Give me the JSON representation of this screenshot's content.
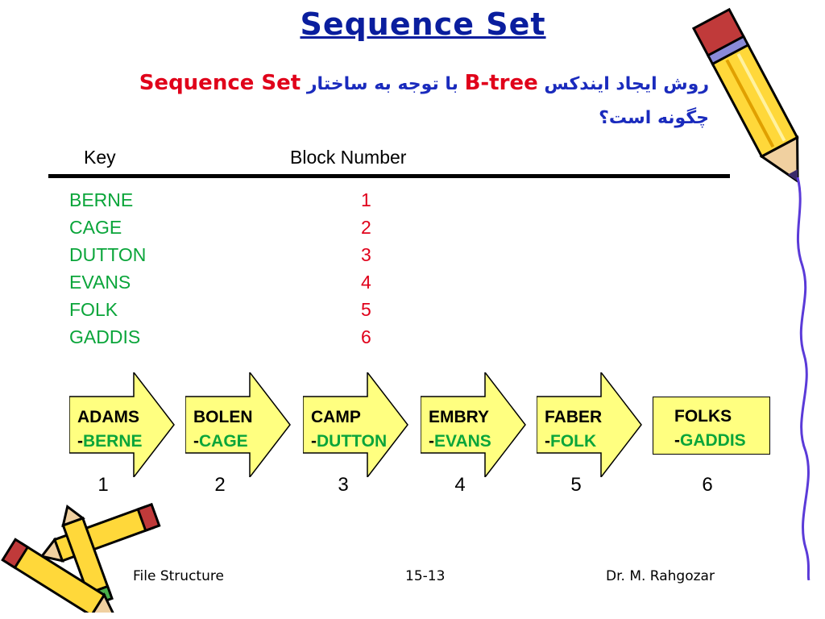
{
  "title": "Sequence Set",
  "question": {
    "part1": "روش ایجاد ایندکس",
    "btree": "B-tree",
    "part2": "با توجه به ساختار",
    "seqset": "Sequence Set",
    "part3": "چگونه است؟"
  },
  "table": {
    "headers": [
      "Key",
      "Block Number"
    ],
    "keys": [
      "BERNE",
      "CAGE",
      "DUTTON",
      "EVANS",
      "FOLK",
      "GADDIS"
    ],
    "blocks": [
      "1",
      "2",
      "3",
      "4",
      "5",
      "6"
    ]
  },
  "sequence_blocks": [
    {
      "first": "ADAMS",
      "last": "BERNE",
      "number": "1"
    },
    {
      "first": "BOLEN",
      "last": "CAGE",
      "number": "2"
    },
    {
      "first": "CAMP",
      "last": "DUTTON",
      "number": "3"
    },
    {
      "first": "EMBRY",
      "last": "EVANS",
      "number": "4"
    },
    {
      "first": "FABER",
      "last": "FOLK",
      "number": "5"
    },
    {
      "first": "FOLKS",
      "last": "GADDIS",
      "number": "6"
    }
  ],
  "dash": "-",
  "footer": {
    "left": "File Structure",
    "center": "15-13",
    "right": "Dr. M. Rahgozar"
  },
  "colors": {
    "title": "#0a1e9e",
    "farsi": "#1a2bbd",
    "highlight": "#e0001a",
    "key_green": "#0aa53a",
    "block_fill": "#ffff80"
  },
  "icons": [
    "pencil-icon-top-right",
    "pencil-icon-bottom-left"
  ]
}
